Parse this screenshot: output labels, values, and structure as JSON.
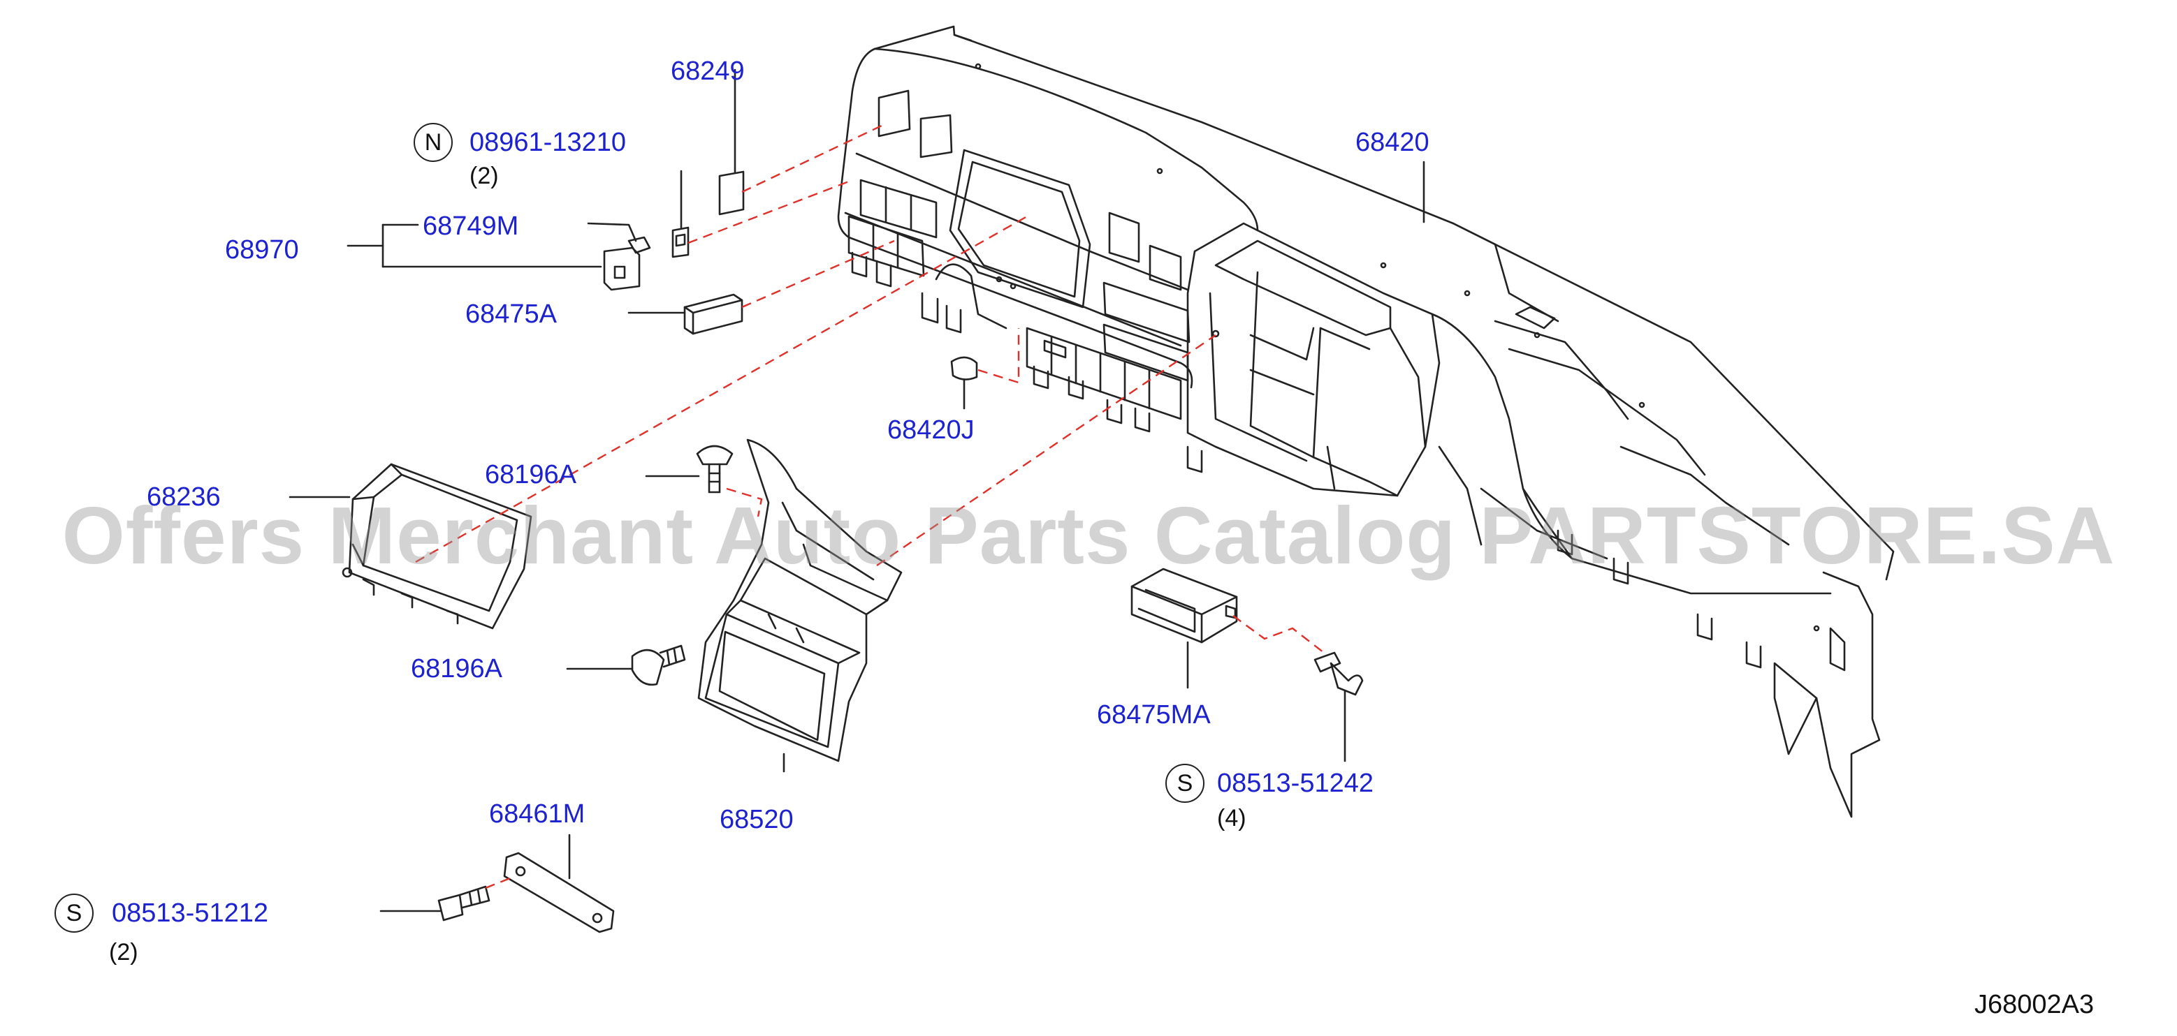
{
  "diagram": {
    "watermark": "Offers Merchant Auto Parts Catalog PARTSTORE.SA",
    "diagram_code": "J68002A3",
    "colors": {
      "label": "#1d22d0",
      "line_art": "#222222",
      "leader_dashed": "#e0302a",
      "watermark": "#969696"
    },
    "parts": {
      "p68249": "68249",
      "p08961": "08961-13210",
      "p08961_badge": "N",
      "p08961_qty": "(2)",
      "p68420": "68420",
      "p68749M": "68749M",
      "p68970": "68970",
      "p68475A": "68475A",
      "p68420J": "68420J",
      "p68196A_upper": "68196A",
      "p68236": "68236",
      "p68196A_lower": "68196A",
      "p68475MA": "68475MA",
      "p08513_51242": "08513-51242",
      "p08513_51242_badge": "S",
      "p08513_51242_qty": "(4)",
      "p68520": "68520",
      "p68461M": "68461M",
      "p08513_51212": "08513-51212",
      "p08513_51212_badge": "S",
      "p08513_51212_qty": "(2)"
    }
  }
}
